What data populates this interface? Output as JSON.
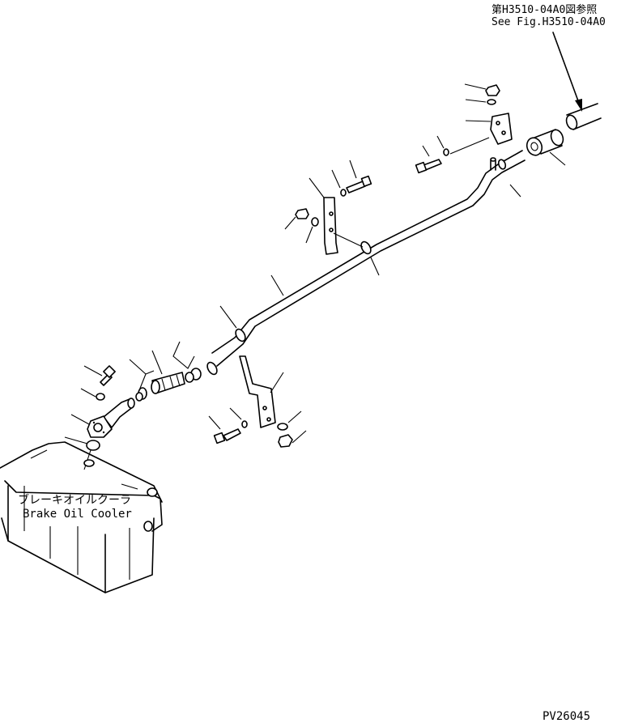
{
  "reference": {
    "jp": "第H3510-04A0図参照",
    "en": "See Fig.H3510-04A0"
  },
  "component": {
    "jp": "ブレーキオイルクーラ",
    "en": "Brake Oil Cooler"
  },
  "figure_code": "PV26045"
}
